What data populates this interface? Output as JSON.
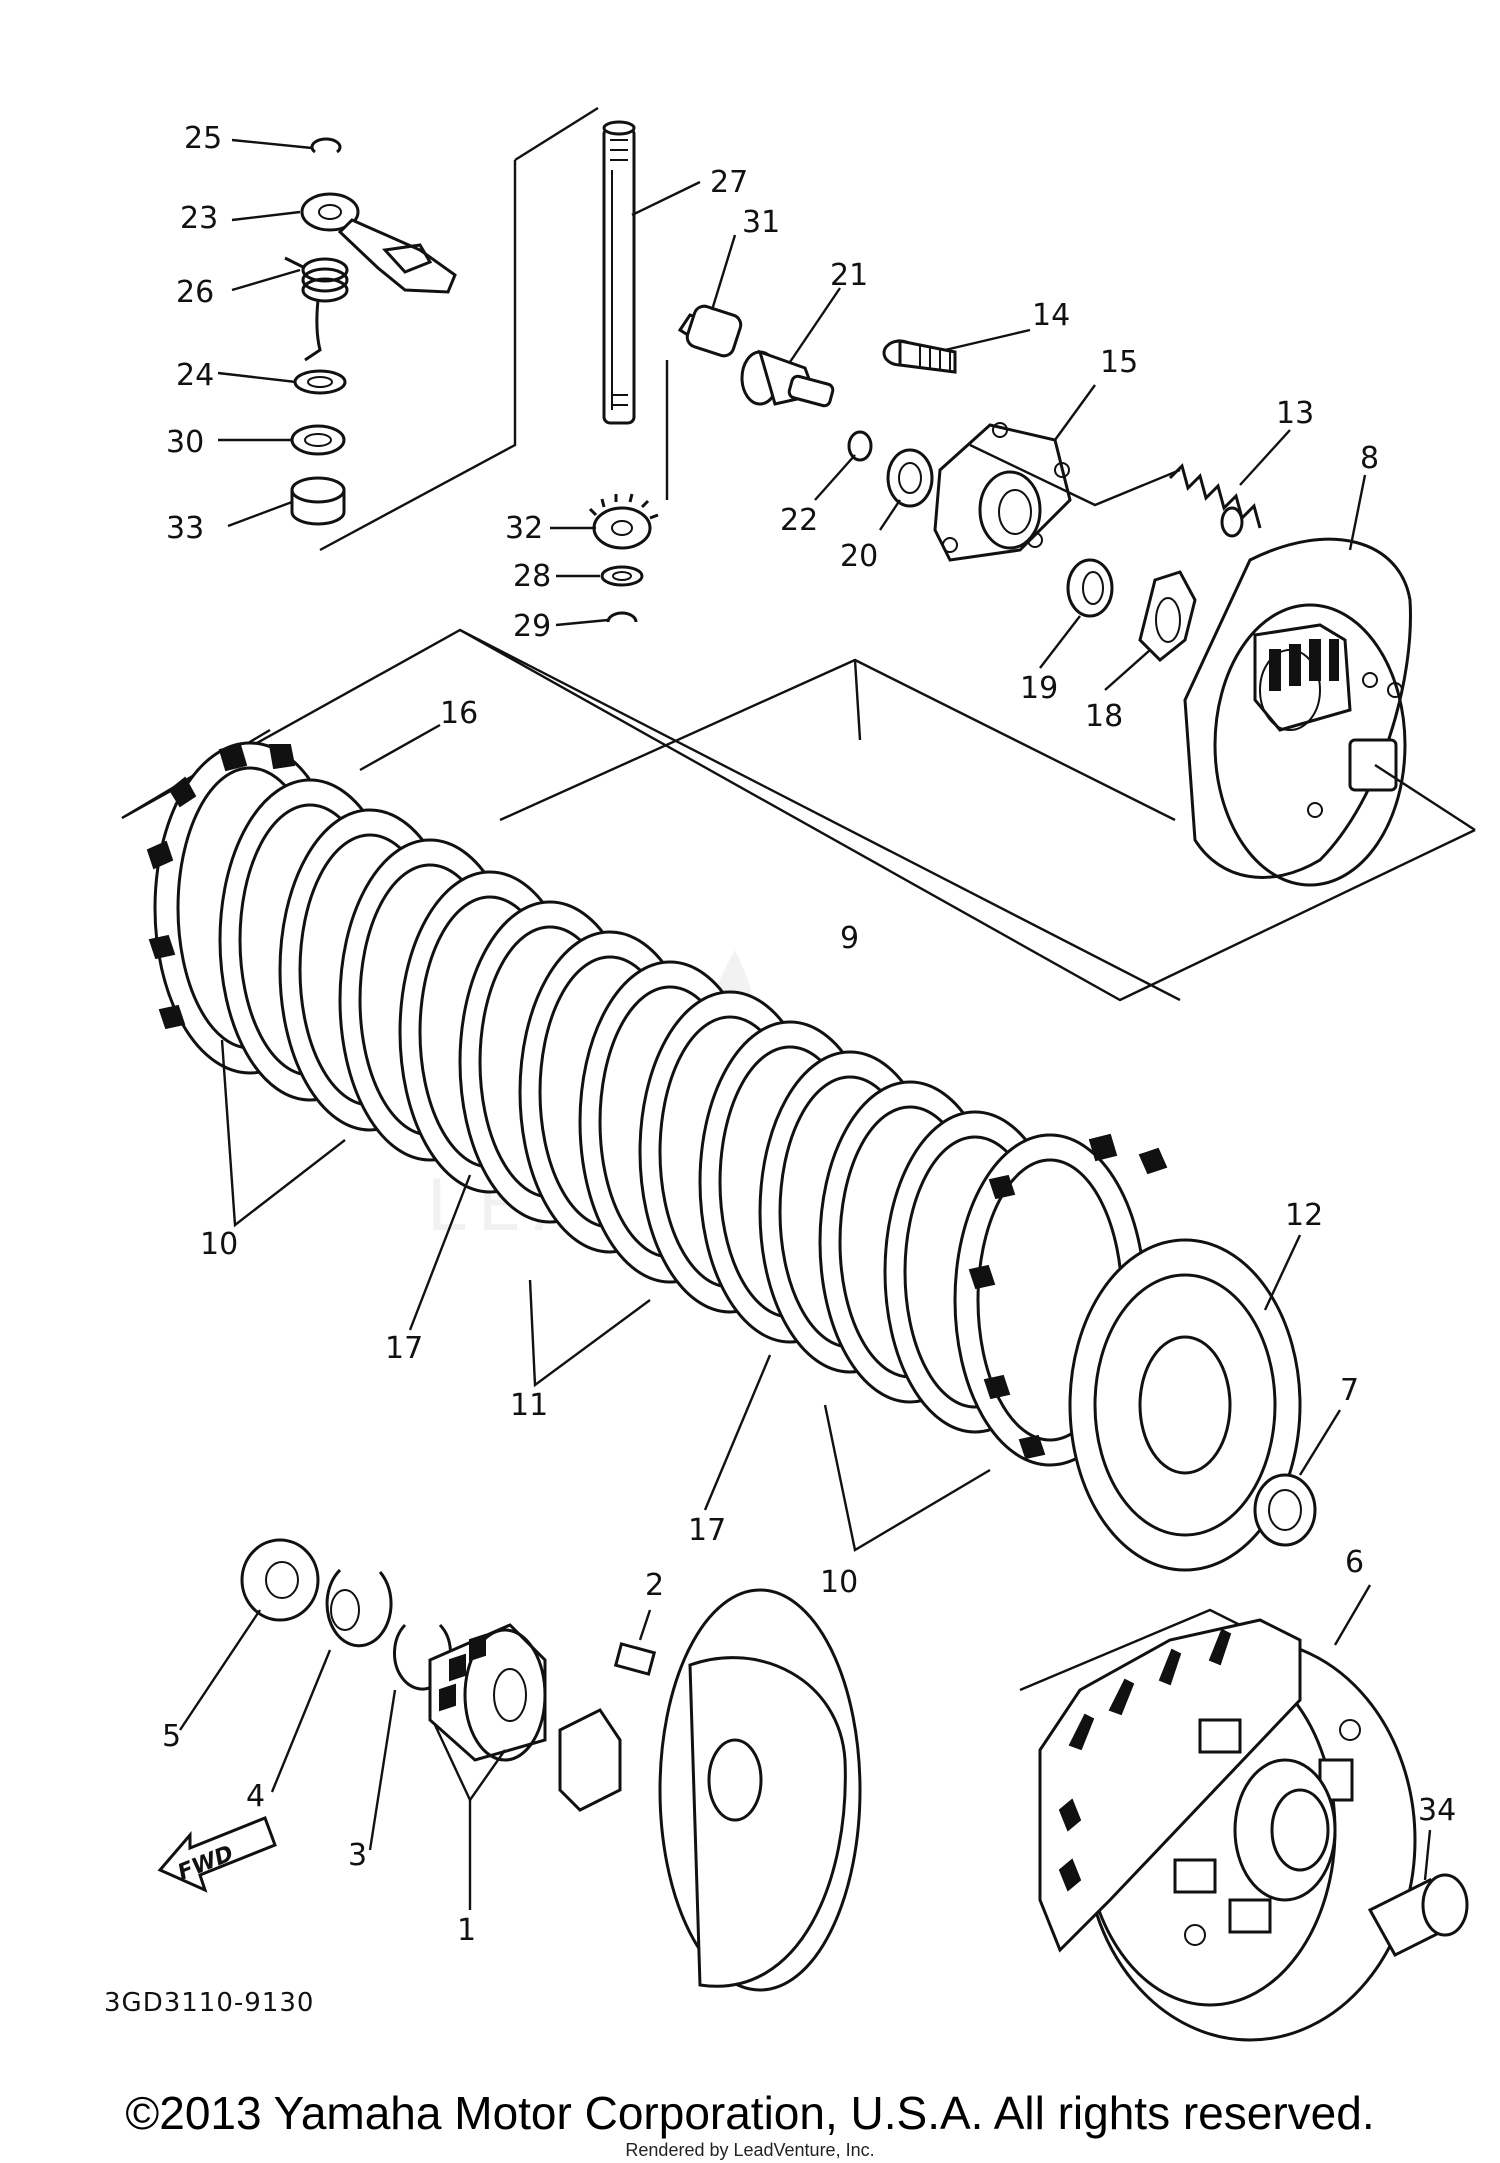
{
  "diagram": {
    "code": "3GD3110-9130",
    "fwd_label": "FWD",
    "callouts": [
      "1",
      "2",
      "3",
      "4",
      "5",
      "6",
      "7",
      "8",
      "9",
      "10",
      "10",
      "10",
      "11",
      "12",
      "13",
      "14",
      "15",
      "16",
      "17",
      "17",
      "18",
      "19",
      "20",
      "21",
      "22",
      "23",
      "24",
      "25",
      "26",
      "27",
      "28",
      "29",
      "30",
      "31",
      "32",
      "33",
      "34"
    ]
  },
  "footer": {
    "copyright": "©2013 Yamaha Motor Corporation, U.S.A. All rights reserved.",
    "rendered_by": "Rendered by LeadVenture, Inc."
  },
  "watermark": {
    "text": "LEADVENTURE"
  }
}
